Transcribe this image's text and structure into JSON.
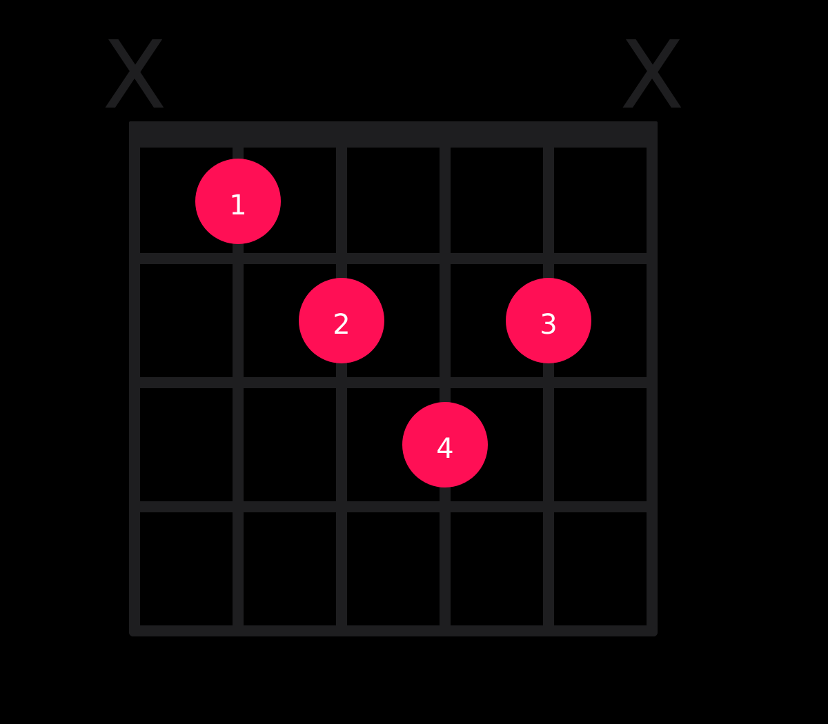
{
  "diagram": {
    "type": "guitar-chord-chart",
    "strings": 6,
    "frets_shown": 4,
    "colors": {
      "background": "#000000",
      "grid": "#1e1e20",
      "finger_dot": "#ff0f55",
      "finger_text": "#ffffff"
    },
    "string_markers": [
      {
        "string": 1,
        "label": "X",
        "meaning": "muted"
      },
      {
        "string": 6,
        "label": "X",
        "meaning": "muted"
      }
    ],
    "fingers": [
      {
        "label": "1",
        "string": 2,
        "fret": 1
      },
      {
        "label": "2",
        "string": 3,
        "fret": 2
      },
      {
        "label": "3",
        "string": 5,
        "fret": 2
      },
      {
        "label": "4",
        "string": 4,
        "fret": 3
      }
    ]
  }
}
